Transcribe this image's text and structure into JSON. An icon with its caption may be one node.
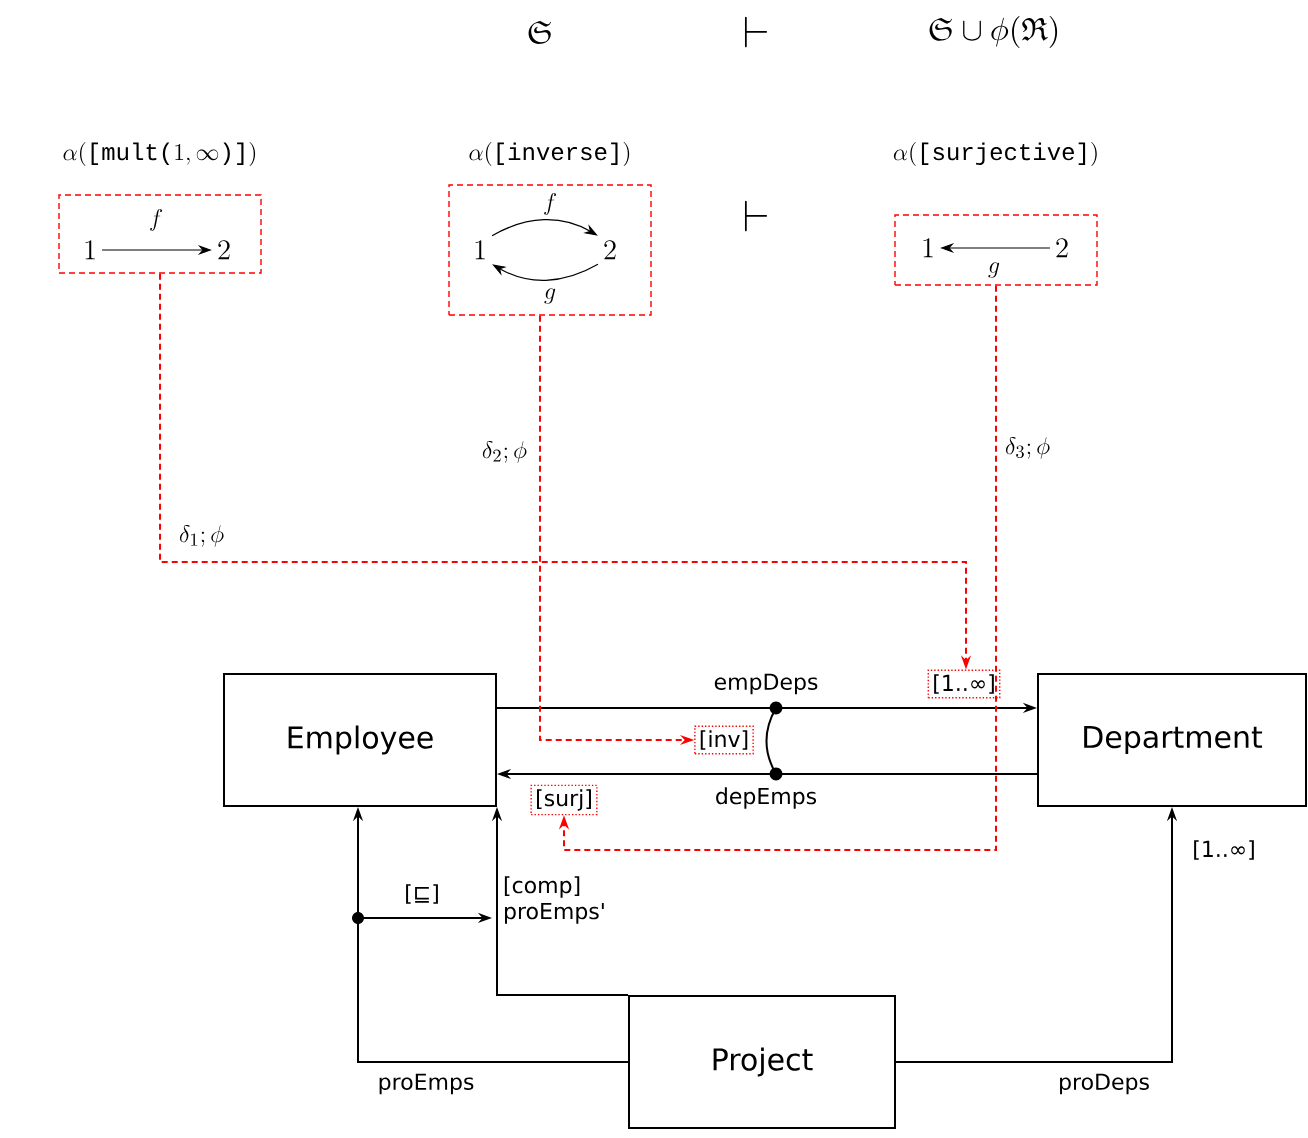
{
  "diagram": {
    "nodes": [
      {
        "text": [
          "\\alpha(\\texttt{[mult(}1,\\infty\\texttt{)]})"
        ]
      },
      {
        "text": [
          "1"
        ],
        "in": 0
      },
      {
        "text": [
          "2"
        ],
        "in": 0
      },
      {
        "text": [
          "\\alpha(\\texttt{[inverse]})"
        ]
      },
      {
        "text": [
          "1"
        ],
        "in": 3
      },
      {
        "text": [
          "2"
        ],
        "in": 3
      },
      {
        "text": [
          "\\alpha(\\texttt{[surjective]})"
        ]
      },
      {
        "text": [
          "1"
        ],
        "in": 6
      },
      {
        "text": [
          "2"
        ],
        "in": 6
      },
      {
        "text": [
          "Employee"
        ]
      },
      {
        "text": [
          "Department"
        ]
      },
      {
        "text": [
          "Project"
        ]
      },
      {
        "text": [
          "[1..∞]"
        ]
      },
      {
        "text": [
          "[inv]"
        ]
      },
      {
        "text": [
          "[surj]"
        ]
      },
      {
        "text": [],
        "shape": "circle"
      }
    ],
    "edges": [
      {
        "from": 1,
        "to": 2,
        "arrow": "to",
        "label": "f"
      },
      {
        "from": 4,
        "to": 5,
        "arrow": "to",
        "label": "f"
      },
      {
        "from": 5,
        "to": 4,
        "arrow": "to",
        "label": "g"
      },
      {
        "from": 8,
        "to": 7,
        "arrow": "to",
        "label": "g"
      },
      {
        "from": 9,
        "to": 10,
        "arrow": "to",
        "label": "empDeps"
      },
      {
        "from": 10,
        "to": 9,
        "arrow": "to",
        "label": "depEmps"
      },
      {
        "from": 11,
        "to": 9,
        "arrow": "to",
        "label": "proEmps"
      },
      {
        "from": 11,
        "to": 9,
        "arrow": "to",
        "label": "[comp] proEmps'"
      },
      {
        "from": 15,
        "to": null,
        "arrow": "to",
        "label": "[⊑]"
      },
      {
        "from": 11,
        "to": 10,
        "arrow": "to",
        "label": "proDeps"
      },
      {
        "from": 0,
        "to": 12,
        "arrow": "to",
        "label": "\\delta_1;\\phi",
        "style": "dashed",
        "color": "#ff0000"
      },
      {
        "from": 3,
        "to": 13,
        "arrow": "to",
        "label": "\\delta_2;\\phi",
        "style": "dashed",
        "color": "#ff0000"
      },
      {
        "from": 6,
        "to": 14,
        "arrow": "to",
        "label": "\\delta_3;\\phi",
        "style": "dashed",
        "color": "#ff0000"
      }
    ],
    "labels": [
      "\\mathfrak{S}",
      "\\vdash",
      "\\mathfrak{S}\\cup\\phi(\\mathfrak{R})",
      "\\vdash",
      "[1..∞]"
    ]
  }
}
